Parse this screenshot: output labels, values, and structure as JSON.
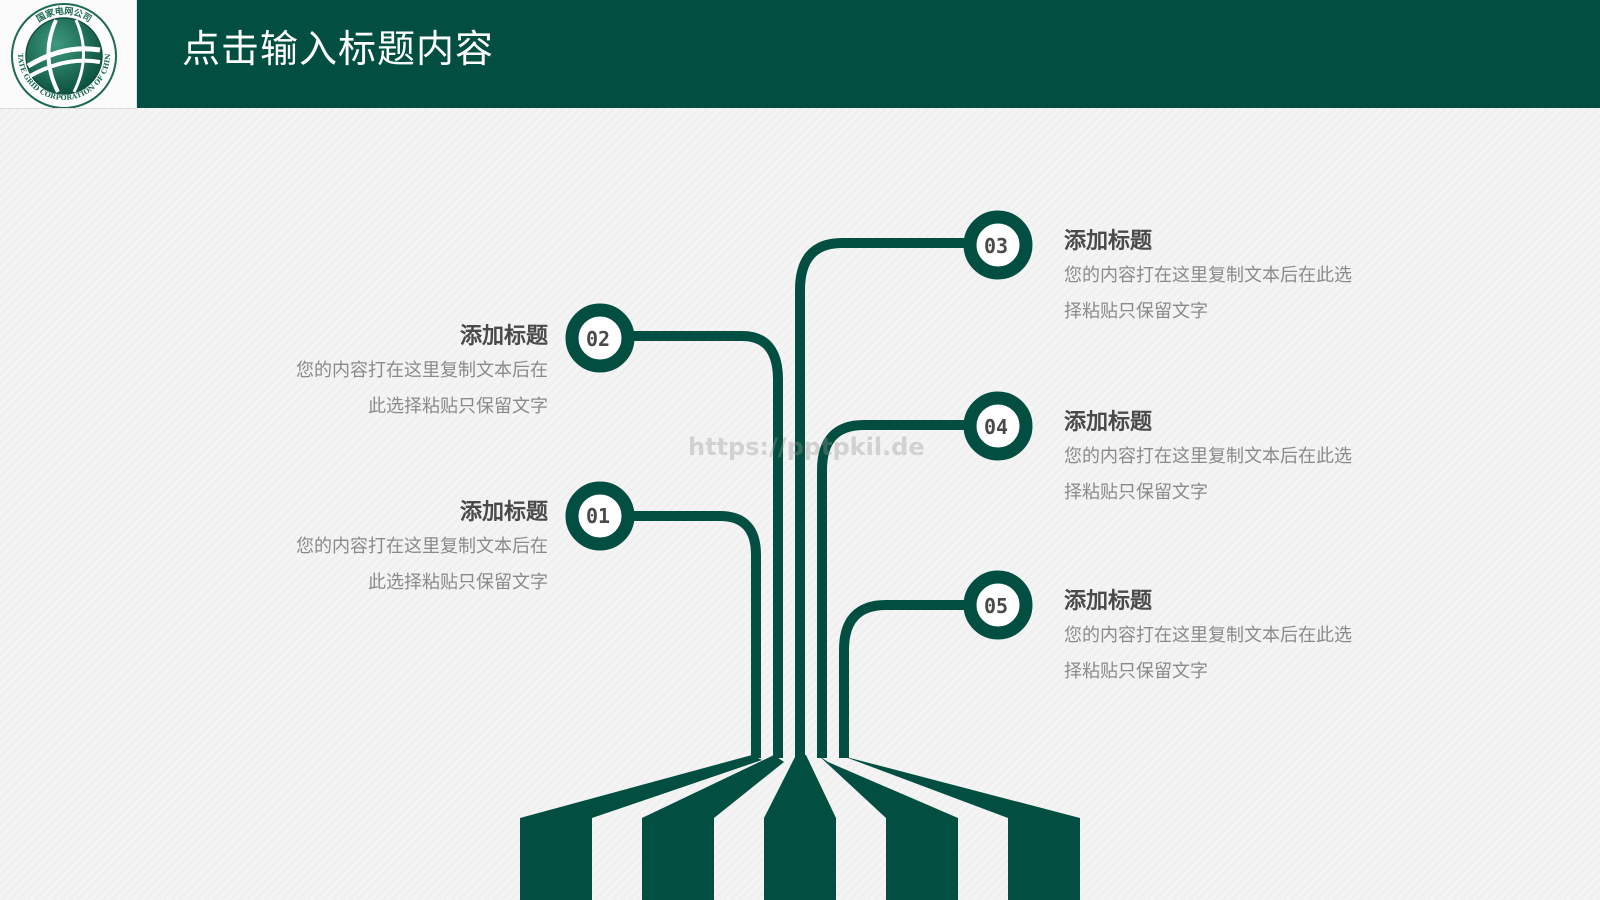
{
  "header": {
    "title": "点击输入标题内容",
    "logo": {
      "icon": "state-grid-globe-icon",
      "text_top": "国家电网公司",
      "text_bottom": "STATE GRID CORPORATION OF CHINA"
    }
  },
  "colors": {
    "primary": "#024f42",
    "title_text": "#4a4a4a",
    "desc_text": "#8a8a8a"
  },
  "items": [
    {
      "number": "01",
      "title": "添加标题",
      "desc_line1": "您的内容打在这里复制文本后在",
      "desc_line2": "此选择粘贴只保留文字"
    },
    {
      "number": "02",
      "title": "添加标题",
      "desc_line1": "您的内容打在这里复制文本后在",
      "desc_line2": "此选择粘贴只保留文字"
    },
    {
      "number": "03",
      "title": "添加标题",
      "desc_line1": "您的内容打在这里复制文本后在此选",
      "desc_line2": "择粘贴只保留文字"
    },
    {
      "number": "04",
      "title": "添加标题",
      "desc_line1": "您的内容打在这里复制文本后在此选",
      "desc_line2": "择粘贴只保留文字"
    },
    {
      "number": "05",
      "title": "添加标题",
      "desc_line1": "您的内容打在这里复制文本后在此选",
      "desc_line2": "择粘贴只保留文字"
    }
  ],
  "watermark": "https://pptpkil.de"
}
